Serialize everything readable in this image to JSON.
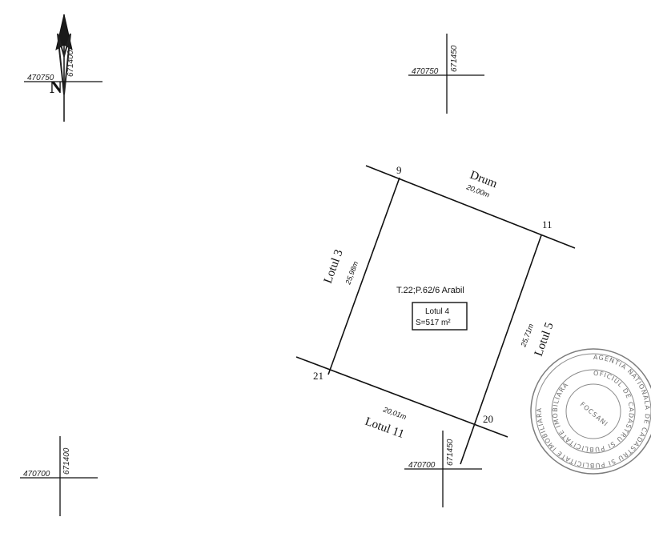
{
  "north": {
    "letter": "N"
  },
  "grid_crosses": [
    {
      "name": "top-left",
      "east": "470750",
      "north": "671400"
    },
    {
      "name": "top-right",
      "east": "470750",
      "north": "671450"
    },
    {
      "name": "bottom-left",
      "east": "470700",
      "north": "671400"
    },
    {
      "name": "bottom-right",
      "east": "470700",
      "north": "671450"
    }
  ],
  "vertices": [
    "9",
    "11",
    "20",
    "21"
  ],
  "boundaries": {
    "top": {
      "name": "Drum",
      "length": "20,00m"
    },
    "right": {
      "name": "Lotul 5",
      "length": "25,71m"
    },
    "bottom": {
      "name": "Lotul 11",
      "length": "20,01m"
    },
    "left": {
      "name": "Lotul 3",
      "length": "25,98m"
    }
  },
  "parcel": {
    "info": "T.22;P.62/6 Arabil",
    "lot": "Lotul 4",
    "area": "S=517 m²"
  },
  "stamp": {
    "outer": "AGENTIA NATIONALA DE CADASTRU SI PUBLICITATE IMOBILIARA",
    "inner": "OFICIUL DE CADASTRU SI PUBLICITATE IMOBILIARA",
    "center": "FOCSANI"
  }
}
